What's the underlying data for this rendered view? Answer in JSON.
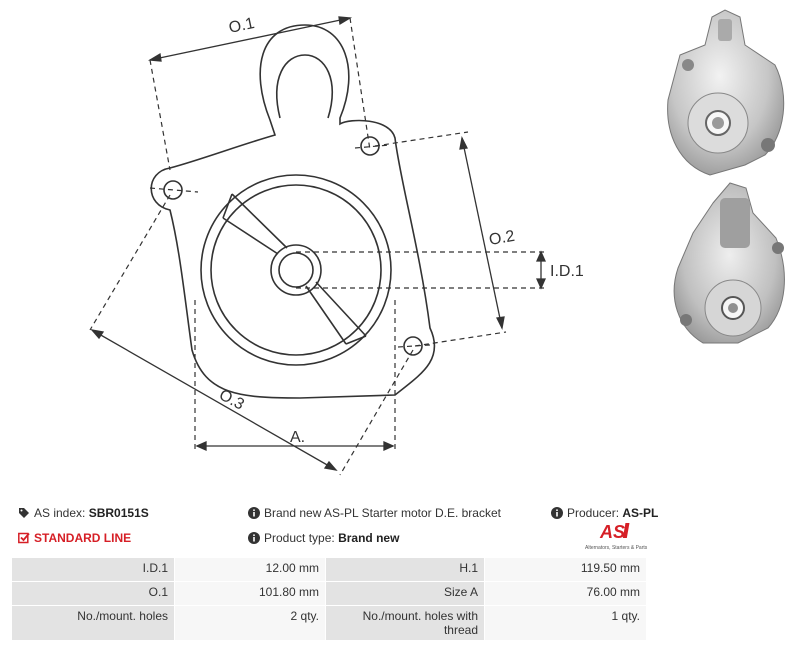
{
  "drawing": {
    "labels": {
      "o1": "O.1",
      "o2": "O.2",
      "id1": "I.D.1",
      "o3": "O.3",
      "a": "A."
    }
  },
  "info": {
    "as_index_label": "AS index:",
    "as_index_value": "SBR0151S",
    "line_label": "STANDARD LINE",
    "description": "Brand new AS-PL Starter motor D.E. bracket",
    "product_type_label": "Product type:",
    "product_type_value": "Brand new",
    "producer_label": "Producer:",
    "producer_value": "AS-PL",
    "logo_text": "AS",
    "logo_tagline": "Alternators, Starters & Parts"
  },
  "colors": {
    "accent": "#d61f26",
    "label_bg": "#e3e3e3",
    "value_bg": "#f7f7f7"
  },
  "specs": {
    "rows": [
      {
        "l1": "I.D.1",
        "v1": "12.00 mm",
        "l2": "H.1",
        "v2": "119.50 mm"
      },
      {
        "l1": "O.1",
        "v1": "101.80 mm",
        "l2": "Size A",
        "v2": "76.00 mm"
      },
      {
        "l1": "No./mount. holes",
        "v1": "2 qty.",
        "l2": "No./mount. holes with thread",
        "v2": "1 qty."
      }
    ]
  }
}
